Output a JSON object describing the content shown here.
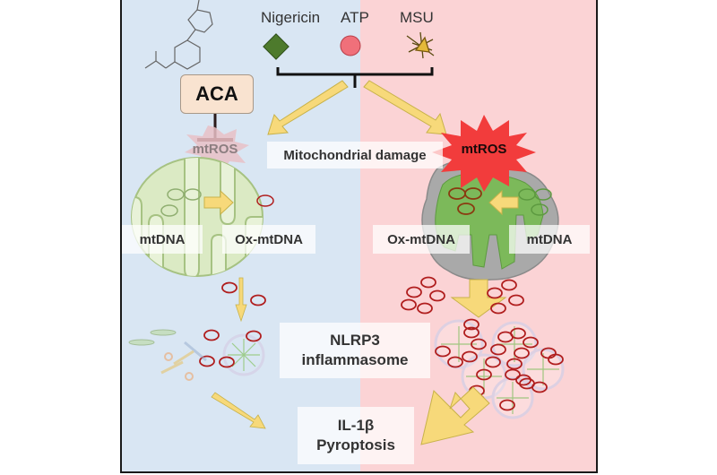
{
  "colors": {
    "left_bg": "#d9e6f3",
    "right_bg": "#fbd3d5",
    "arrow_fill": "#f7d97a",
    "arrow_stroke": "#c8b24a",
    "mito_green": "#cfe3b2",
    "mito_outline": "#9fc07a",
    "damaged_gray": "#a9a9a9",
    "ox_dna_red": "#b01e1e",
    "mtros_red": "#f23c3c",
    "mtros_faded": "#e7bfc6",
    "aca_box": "#f9e3d0",
    "nigericin_green": "#4d7a2c",
    "atp_pink": "#f0707a"
  },
  "stimuli": {
    "items": [
      {
        "label": "Nigericin",
        "icon": "diamond-icon"
      },
      {
        "label": "ATP",
        "icon": "circle-icon"
      },
      {
        "label": "MSU",
        "icon": "crystal-icon"
      }
    ]
  },
  "inhibitor": {
    "label": "ACA"
  },
  "center_label": "Mitochondrial damage",
  "left": {
    "mtros": "mtROS",
    "mtdna": "mtDNA",
    "ox_mtdna": "Ox-mtDNA"
  },
  "right": {
    "mtros": "mtROS",
    "mtdna": "mtDNA",
    "ox_mtdna": "Ox-mtDNA"
  },
  "nlrp3": {
    "line1": "NLRP3",
    "line2": "inflammasome"
  },
  "outcome": {
    "line1": "IL-1β",
    "line2": "Pyroptosis"
  }
}
